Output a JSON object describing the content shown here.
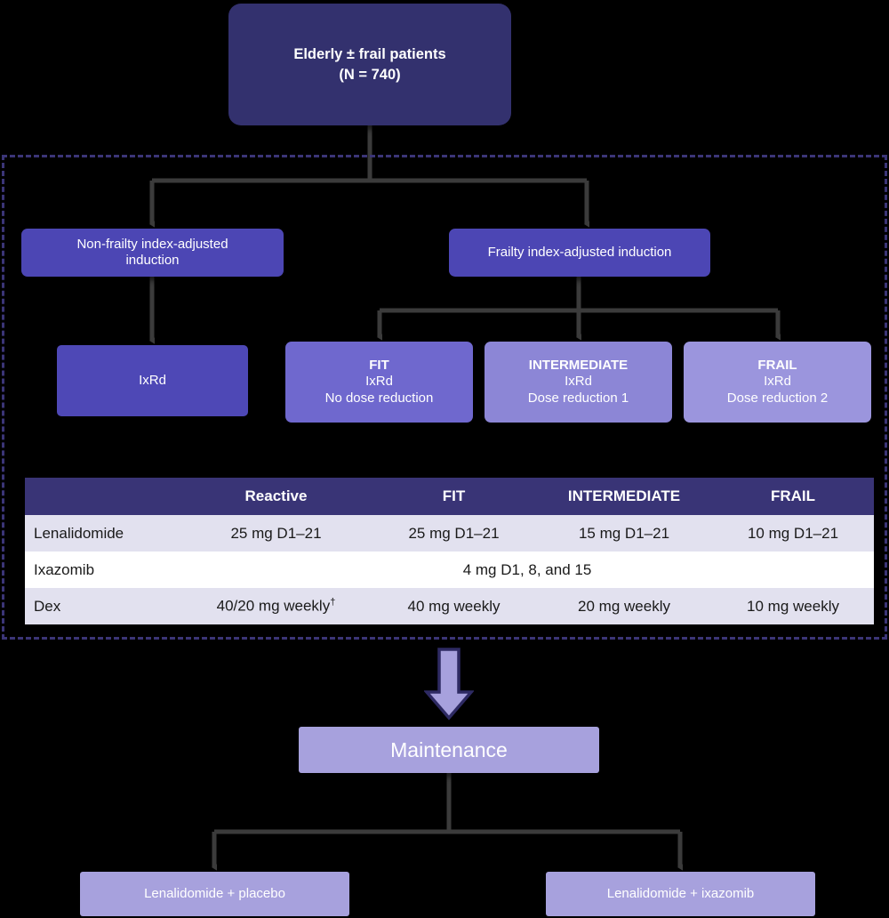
{
  "diagram": {
    "title": "Elderly frail patients treatment flow",
    "colors": {
      "background": "#000000",
      "top_box": "#33316e",
      "induction_box": "#4c46b4",
      "arm_fit": "#6f68ce",
      "arm_intermediate": "#8c86d6",
      "arm_frail": "#9b95dd",
      "table_header": "#393476",
      "table_row_alt": "#e2e1ef",
      "maintenance_box": "#a7a1dd",
      "connector": "#3a3a3a",
      "dashed_region": "#3b3577"
    }
  },
  "top_node": {
    "line1": "Elderly ± frail patients",
    "line2": "(N = 740)"
  },
  "induction": {
    "non_frailty": {
      "line1": "Non-frailty index-adjusted",
      "line2": "induction"
    },
    "frailty": {
      "line1": "Frailty index-adjusted induction"
    }
  },
  "arms": [
    {
      "name": "reactive",
      "header": "",
      "line1": "IxRd",
      "line2": ""
    },
    {
      "name": "fit",
      "header": "FIT",
      "line1": "IxRd",
      "line2": "No dose reduction"
    },
    {
      "name": "intermediate",
      "header": "INTERMEDIATE",
      "line1": "IxRd",
      "line2": "Dose reduction 1"
    },
    {
      "name": "frail",
      "header": "FRAIL",
      "line1": "IxRd",
      "line2": "Dose reduction 2"
    }
  ],
  "dose_table": {
    "columns": [
      "",
      "Reactive",
      "FIT",
      "INTERMEDIATE",
      "FRAIL"
    ],
    "rows": [
      {
        "drug": "Lenalidomide",
        "reactive": "25 mg D1–21",
        "fit": "25 mg D1–21",
        "intermediate": "15 mg D1–21",
        "frail": "10 mg D1–21",
        "span": false
      },
      {
        "drug": "Ixazomib",
        "span": true,
        "span_value": "4 mg D1, 8, and 15"
      },
      {
        "drug": "Dex",
        "reactive": "40/20 mg weekly",
        "reactive_footnote": "†",
        "fit": "40 mg weekly",
        "intermediate": "20 mg weekly",
        "frail": "10 mg weekly",
        "span": false
      }
    ]
  },
  "maintenance": {
    "label": "Maintenance",
    "arms": [
      {
        "label": "Lenalidomide + placebo"
      },
      {
        "label": "Lenalidomide + ixazomib"
      }
    ]
  }
}
